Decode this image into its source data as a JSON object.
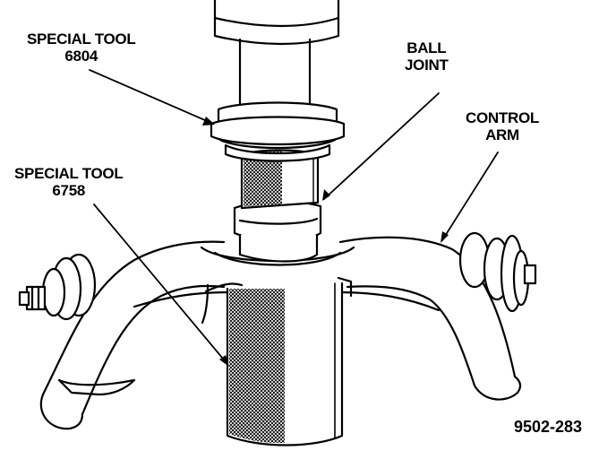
{
  "labels": {
    "special_tool_6804": {
      "line1": "SPECIAL TOOL",
      "line2": "6804"
    },
    "ball_joint": {
      "line1": "BALL",
      "line2": "JOINT"
    },
    "control_arm": {
      "line1": "CONTROL",
      "line2": "ARM"
    },
    "special_tool_6758": {
      "line1": "SPECIAL TOOL",
      "line2": "6758"
    }
  },
  "figure_id": "9502-283",
  "colors": {
    "ink": "#000000",
    "paper": "#ffffff"
  }
}
